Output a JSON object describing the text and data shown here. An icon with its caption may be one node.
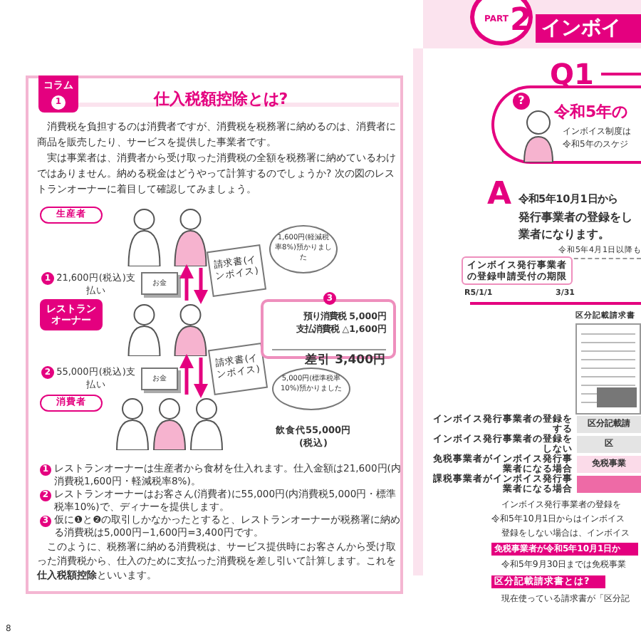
{
  "diagram": {
    "nodes": [
      {
        "text": [
          "生産者"
        ]
      },
      {
        "text": [],
        "shape": "picture"
      },
      {
        "text": [
          "お金"
        ]
      },
      {
        "text": [
          "請求書(インボイス)"
        ]
      },
      {
        "text": [
          "レストランオーナー"
        ]
      },
      {
        "text": [],
        "shape": "picture"
      },
      {
        "text": [
          "お金"
        ]
      },
      {
        "text": [
          "請求書(インボイス)"
        ]
      },
      {
        "text": [
          "消費者"
        ]
      },
      {
        "text": [],
        "shape": "picture"
      },
      {
        "text": [
          "1,600円(軽減税率8%)預かりました"
        ]
      },
      {
        "text": [
          "5,000円(標準税率10%)預かりました"
        ]
      },
      {
        "text": [
          "3",
          "預り消費税 5,000円",
          "支払消費税 △1,600円",
          "差引 3,400円"
        ]
      }
    ],
    "edges": [
      {
        "from": 5,
        "to": 1,
        "arrow": "to"
      },
      {
        "from": 1,
        "to": 5,
        "arrow": "to"
      },
      {
        "from": 9,
        "to": 5,
        "arrow": "to"
      },
      {
        "from": 5,
        "to": 9,
        "arrow": "to"
      }
    ],
    "labels": [
      "コラム",
      "1",
      "仕入税額控除とは?",
      "消費税を負担するのは消費者ですが、消費税を税務署に納めるのは、消費者に商品を販売したり、サービスを提供した事業者です。",
      "実は事業者は、消費者から受け取った消費税の全額を税務署に納めているわけではありません。納める税金はどうやって計算するのでしょうか? 次の図のレストランオーナーに着目して確認してみましょう。",
      "1",
      "21,600円(税込)支払い",
      "2",
      "55,000円(税込)支払い",
      "飲食代55,000円(税込)",
      "1",
      "レストランオーナーは生産者から食材を仕入れます。仕入金額は21,600円(内消費税1,600円・軽減税率8%)。",
      "2",
      "レストランオーナーはお客さん(消費者)に55,000円(内消費税5,000円・標準税率10%)で、ディナーを提供します。",
      "3",
      "仮に❶と❷の取引しかなかったとすると、レストランオーナーが税務署に納める消費税は5,000円−1,600円=3,400円です。",
      "このように、税務署に納める消費税は、サービス提供時にお客さんから受け取った消費税から、仕入のために支払った消費税を差し引いて計算します。これを**仕入税額控除**といいます。",
      "8",
      "PART",
      "2",
      "インボイ",
      "Q1",
      "?",
      "令和5年の",
      "インボイス制度は",
      "令和5年のスケジ",
      "A",
      "令和5年10月1日から",
      "発行事業者の登録をし",
      "業者になります。",
      "令和5年4月1日以降も",
      "インボイス発行事業者の登録申請受付の期限",
      "R5/1/1",
      "3/31",
      "区分記載請求書",
      "インボイス発行事業者の登録をする",
      "区分記載請",
      "インボイス発行事業者の登録をしない",
      "区",
      "免税事業者がインボイス発行事業者になる場合",
      "免税事業",
      "課税事業者がインボイス発行事業者になる場合",
      "インボイス発行事業者の登録を",
      "令和5年10月1日からはインボイス",
      "登録をしない場合は、インボイス",
      "免税事業者が令和5年10月1日か",
      "令和5年9月30日までは免税事業",
      "区分記載請求書とは?",
      "現在使っている請求書が「区分記"
    ]
  }
}
